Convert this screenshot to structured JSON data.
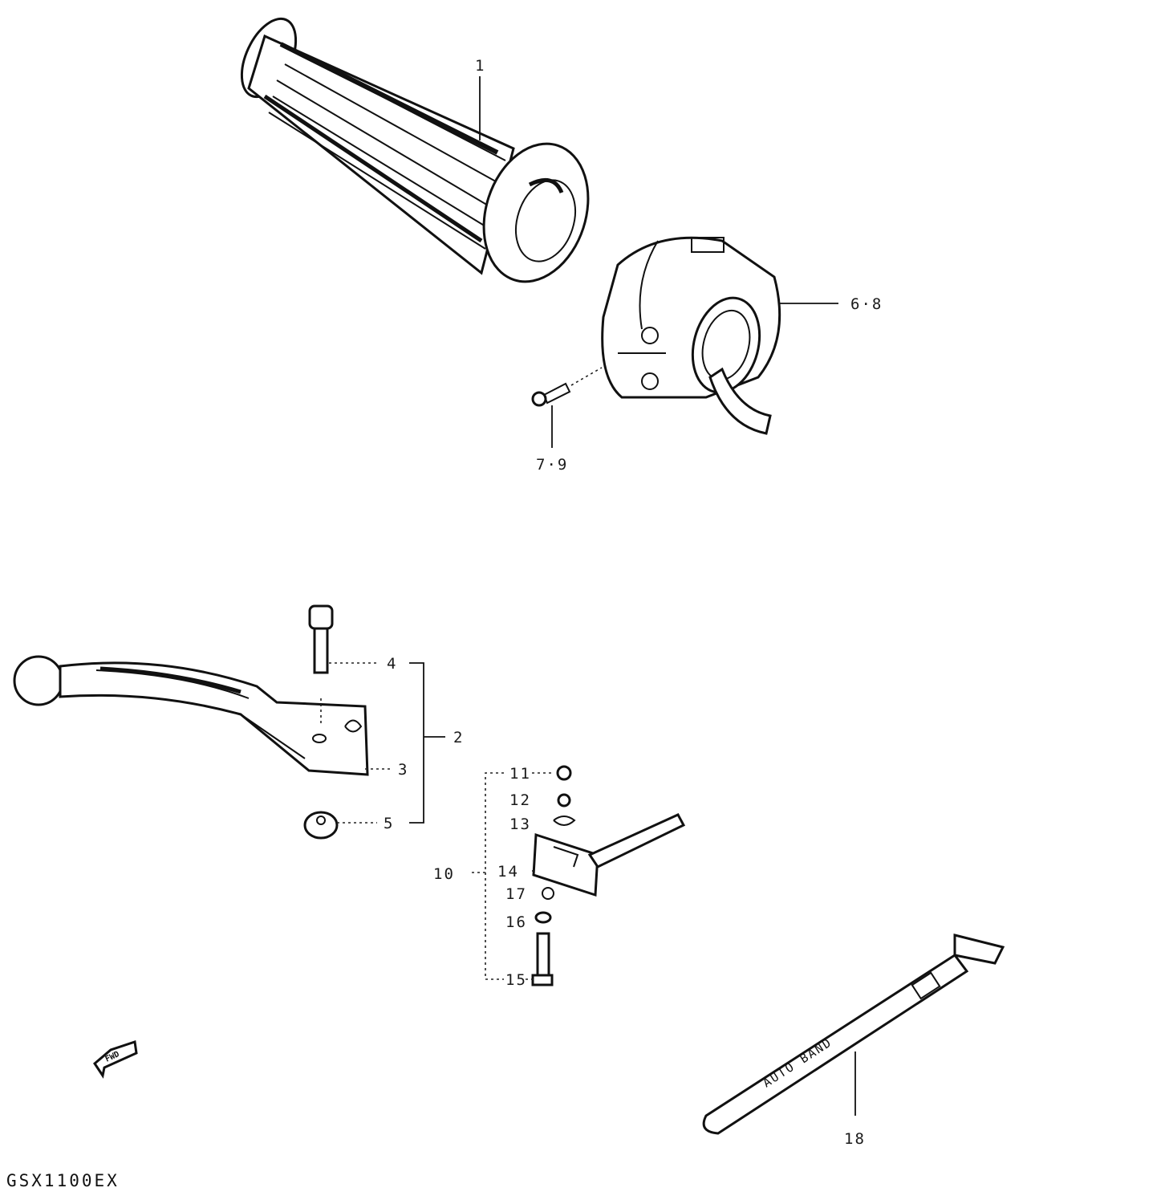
{
  "model_code": "GSX1100EX",
  "labels": {
    "grip": "1",
    "switch_box": "6·8",
    "screw_small": "7·9",
    "lever_assy": "2",
    "lever_bolt": "4",
    "lever_pivot": "3",
    "lever_nut": "5",
    "holder_assy": "10",
    "p11": "11",
    "p12": "12",
    "p13": "13",
    "p14": "14",
    "p17": "17",
    "p16": "16",
    "p15": "15",
    "cable_tie": "18"
  },
  "tie_marking": "AUTO BAND",
  "fwd_arrow": "FWD",
  "icons": {
    "grip": "handlebar-grip-icon",
    "switch_box": "switch-housing-icon",
    "lever": "clutch-lever-icon",
    "holder": "lever-holder-icon",
    "tie": "cable-tie-icon",
    "arrow": "forward-arrow-icon"
  }
}
